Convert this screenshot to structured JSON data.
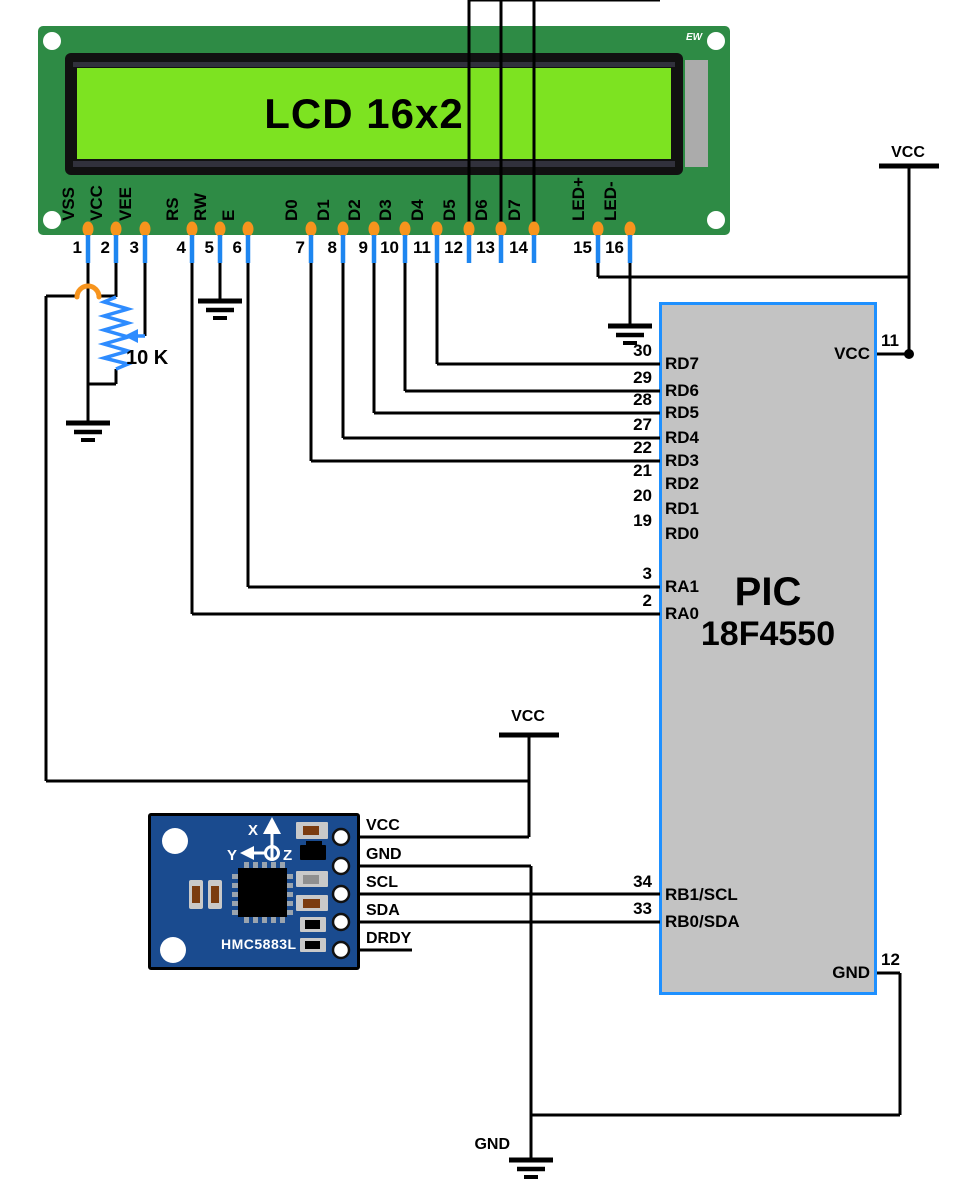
{
  "lcd": {
    "title": "LCD 16x2",
    "brand": "EW",
    "pins": [
      {
        "num": "1",
        "label": "VSS"
      },
      {
        "num": "2",
        "label": "VCC"
      },
      {
        "num": "3",
        "label": "VEE"
      },
      {
        "num": "4",
        "label": "RS"
      },
      {
        "num": "5",
        "label": "RW"
      },
      {
        "num": "6",
        "label": "E"
      },
      {
        "num": "7",
        "label": "D0"
      },
      {
        "num": "8",
        "label": "D1"
      },
      {
        "num": "9",
        "label": "D2"
      },
      {
        "num": "10",
        "label": "D3"
      },
      {
        "num": "11",
        "label": "D4"
      },
      {
        "num": "12",
        "label": "D5"
      },
      {
        "num": "13",
        "label": "D6"
      },
      {
        "num": "14",
        "label": "D7"
      },
      {
        "num": "15",
        "label": "LED+"
      },
      {
        "num": "16",
        "label": "LED-"
      }
    ]
  },
  "potentiometer": {
    "value": "10 K"
  },
  "power_labels": {
    "top_right": "VCC",
    "middle": "VCC",
    "bottom": "GND"
  },
  "pic": {
    "name_line1": "PIC",
    "name_line2": "18F4550",
    "left_pins": [
      {
        "num": "30",
        "label": "RD7"
      },
      {
        "num": "29",
        "label": "RD6"
      },
      {
        "num": "28",
        "label": "RD5"
      },
      {
        "num": "27",
        "label": "RD4"
      },
      {
        "num": "22",
        "label": "RD3"
      },
      {
        "num": "21",
        "label": "RD2"
      },
      {
        "num": "20",
        "label": "RD1"
      },
      {
        "num": "19",
        "label": "RD0"
      },
      {
        "num": "3",
        "label": "RA1"
      },
      {
        "num": "2",
        "label": "RA0"
      },
      {
        "num": "34",
        "label": "RB1/SCL"
      },
      {
        "num": "33",
        "label": "RB0/SDA"
      }
    ],
    "right_pins": [
      {
        "num": "11",
        "label": "VCC"
      },
      {
        "num": "12",
        "label": "GND"
      }
    ]
  },
  "hmc": {
    "name": "HMC5883L",
    "axis": {
      "x": "X",
      "y": "Y",
      "z": "Z"
    },
    "pins": [
      "VCC",
      "GND",
      "SCL",
      "SDA",
      "DRDY"
    ]
  },
  "colors": {
    "pcb-green": "#2E8B45",
    "lcd-green": "#7DE321",
    "orange": "#F7941D",
    "stub-blue": "#1E86F0",
    "pot-blue": "#2E8CFF",
    "pic-border": "#1E90FF",
    "pic-fill": "#C3C3C3",
    "module-blue": "#1A4B8F",
    "wire": "#000000"
  }
}
